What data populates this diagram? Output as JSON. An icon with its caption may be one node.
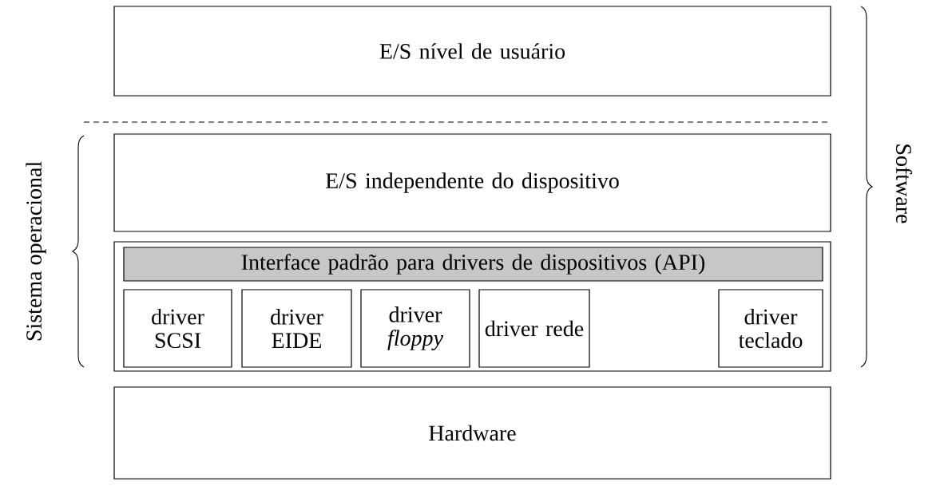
{
  "diagram": {
    "nodes": [
      {
        "text": [
          "E/S nível de usuário"
        ]
      },
      {
        "text": [
          "E/S independente do dispositivo"
        ]
      },
      {
        "text": [],
        "shape": "box"
      },
      {
        "text": [
          "Interface padrão para drivers de dispositivos (API)"
        ],
        "in": 2
      },
      {
        "text": [
          "driver SCSI"
        ],
        "in": 2
      },
      {
        "text": [
          "driver EIDE"
        ],
        "in": 2
      },
      {
        "text": [
          "driver *floppy*"
        ],
        "in": 2
      },
      {
        "text": [
          "driver rede"
        ],
        "in": 2
      },
      {
        "text": [
          "driver teclado"
        ],
        "in": 2
      },
      {
        "text": [
          "Hardware"
        ]
      }
    ],
    "labels": [
      "Sistema operacional",
      "Software"
    ]
  }
}
